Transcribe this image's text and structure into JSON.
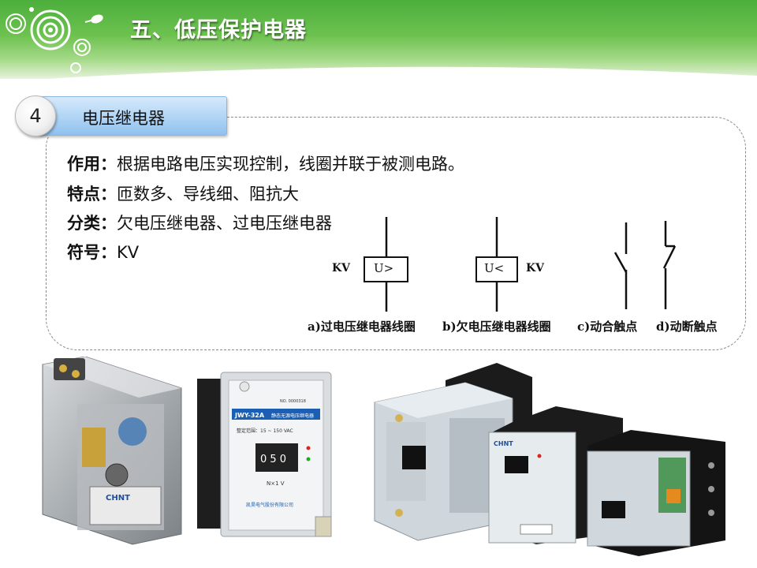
{
  "slide": {
    "title": "五、低压保护电器",
    "section_number": "4",
    "section_title": "电压继电器"
  },
  "content": {
    "function_label": "作用：",
    "function_text": "根据电路电压实现控制，线圈并联于被测电路。",
    "features_label": "特点：",
    "features_text": "匝数多、导线细、阻抗大",
    "types_label": "分类：",
    "types_text": "欠电压继电器、过电压继电器",
    "symbol_label": "符号：",
    "symbol_text": "KV"
  },
  "symbols": {
    "kv_left": "KV",
    "kv_right": "KV",
    "coil_a_label": "U>",
    "coil_b_label": "U<",
    "caption_a": "a)过电压继电器线圈",
    "caption_b": "b)欠电压继电器线圈",
    "caption_c": "c)动合触点",
    "caption_d": "d)动断触点"
  },
  "photos": {
    "relay1_brand": "CHNT",
    "relay2_model": "JWY-32A",
    "relay2_subtitle": "静态无源电压继电器",
    "relay2_range": "整定范围：15 ~ 150 VAC",
    "relay2_digits": "0 5 0",
    "relay2_multiplier": "N×1 V",
    "relay2_company": "凯昊电气股份有限公司",
    "relay2_number": "NO. 0000318",
    "relay3_brand": "CHNT"
  },
  "colors": {
    "header_green": "#4cae3c",
    "tab_blue": "#a9d1f3",
    "text": "#111111"
  }
}
